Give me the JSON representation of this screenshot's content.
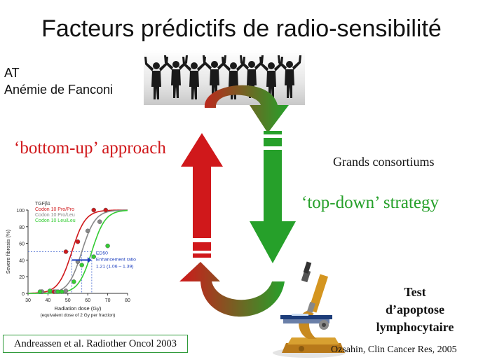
{
  "title": "Facteurs prédictifs de radio-sensibilité",
  "top_left": {
    "line1": "AT",
    "line2": "Anémie de Fanconi"
  },
  "bottom_up": "‘bottom-up’ approach",
  "top_down": "‘top-down’ strategy",
  "consortiums": "Grands consortiums",
  "test": {
    "line1": "Test",
    "line2": "d’apoptose",
    "line3": "lymphocytaire"
  },
  "ozsahin_ref": "Ozsahin, Clin Cancer Res, 2005",
  "andreassen_ref": "Andreassen et al. Radiother Oncol 2003",
  "colors": {
    "red": "#d0181b",
    "green": "#26a02a",
    "grey": "#888888"
  },
  "chart_data": {
    "type": "scatter",
    "title": "TGFβ1",
    "xlabel": "Radiation dose (Gy)",
    "xlabel2": "(equivalent dose of 2 Gy per fraction)",
    "ylabel": "Severe fibrosis (%)",
    "xlim": [
      30,
      80
    ],
    "ylim": [
      0,
      100
    ],
    "xticks": [
      "30",
      "40",
      "50",
      "60",
      "70",
      "80"
    ],
    "yticks": [
      "0",
      "20",
      "40",
      "60",
      "80",
      "100"
    ],
    "series": [
      {
        "name": "Codon 10 Pro/Pro",
        "color": "#d0181b",
        "ed50": 52,
        "points": [
          [
            37,
            2
          ],
          [
            43,
            2
          ],
          [
            49,
            50
          ],
          [
            55,
            62
          ],
          [
            63,
            100
          ],
          [
            69,
            100
          ]
        ]
      },
      {
        "name": "Codon 10 Pro/Leu",
        "color": "#888888",
        "ed50": 57,
        "points": [
          [
            37,
            2
          ],
          [
            44,
            2
          ],
          [
            49,
            3
          ],
          [
            55,
            38
          ],
          [
            60,
            75
          ],
          [
            66,
            86
          ]
        ]
      },
      {
        "name": "Codon 10 Leu/Leu",
        "color": "#33cc33",
        "ed50": 62,
        "points": [
          [
            36,
            2
          ],
          [
            41,
            3
          ],
          [
            45,
            2
          ],
          [
            47,
            2
          ],
          [
            53,
            14
          ],
          [
            57,
            34
          ],
          [
            63,
            44
          ],
          [
            70,
            57
          ]
        ]
      }
    ],
    "annotation": {
      "line1": "ED50",
      "line2": "Enhancement ratio",
      "line3": "1.21 (1.06 – 1.39)"
    }
  }
}
